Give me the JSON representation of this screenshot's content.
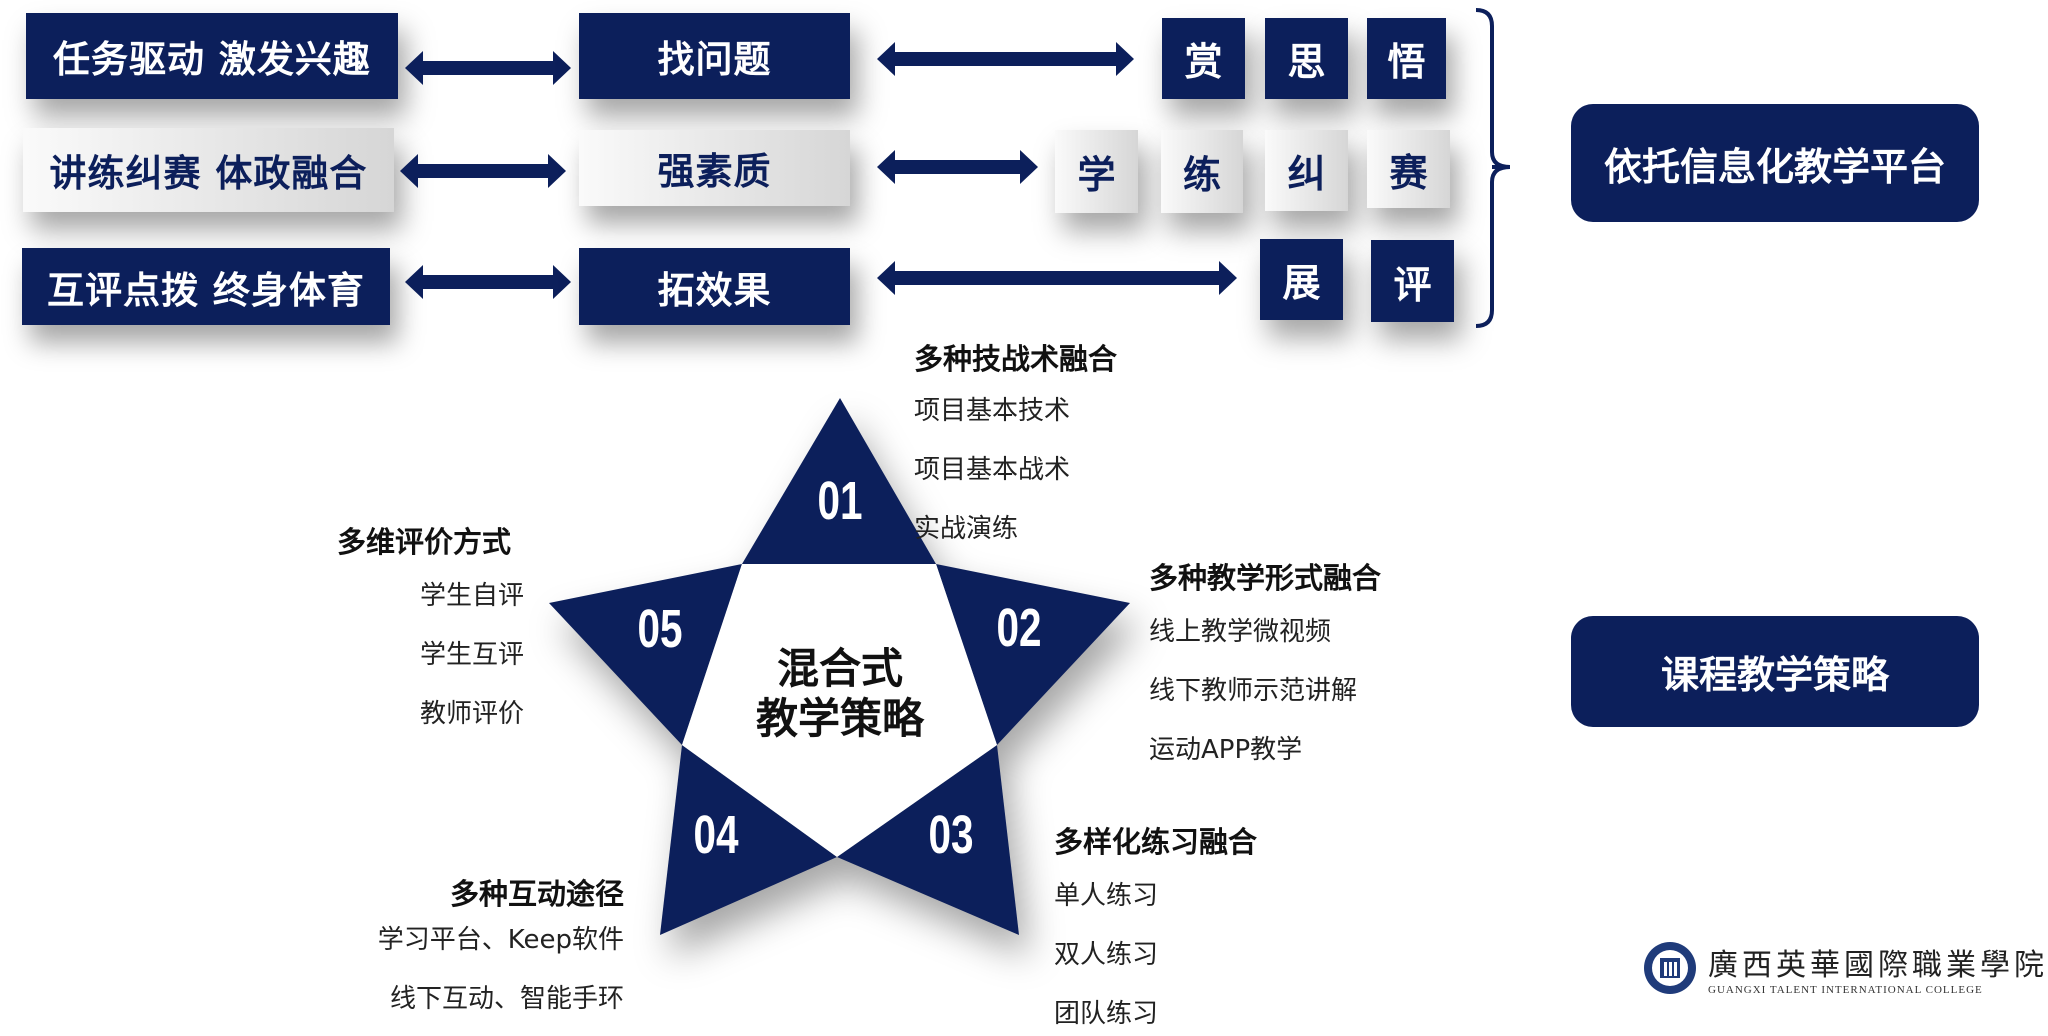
{
  "rows": [
    {
      "left": "任务驱动 激发兴趣",
      "mid": "找问题",
      "chars": [
        "赏",
        "思",
        "悟"
      ]
    },
    {
      "left": "讲练纠赛 体政融合",
      "mid": "强素质",
      "chars": [
        "学",
        "练",
        "纠",
        "赛"
      ]
    },
    {
      "left": "互评点拨 终身体育",
      "mid": "拓效果",
      "chars": [
        "展",
        "评"
      ]
    }
  ],
  "platform": "依托信息化教学平台",
  "strategy_label": "课程教学策略",
  "center": {
    "line1": "混合式",
    "line2": "教学策略"
  },
  "points": [
    {
      "num": "01",
      "title": "多种技战术融合",
      "items": [
        "项目基本技术",
        "项目基本战术",
        "实战演练"
      ]
    },
    {
      "num": "02",
      "title": "多种教学形式融合",
      "items": [
        "线上教学微视频",
        "线下教师示范讲解",
        "运动APP教学"
      ]
    },
    {
      "num": "03",
      "title": "多样化练习融合",
      "items": [
        "单人练习",
        "双人练习",
        "团队练习"
      ]
    },
    {
      "num": "04",
      "title": "多种互动途径",
      "items": [
        "学习平台、Keep软件",
        "线下互动、智能手环"
      ]
    },
    {
      "num": "05",
      "title": "多维评价方式",
      "items": [
        "学生自评",
        "学生互评",
        "教师评价"
      ]
    }
  ],
  "logo": {
    "cn": "廣西英華國際職業學院",
    "en": "GUANGXI TALENT INTERNATIONAL COLLEGE"
  },
  "colors": {
    "navy": "#0c1f5b"
  }
}
